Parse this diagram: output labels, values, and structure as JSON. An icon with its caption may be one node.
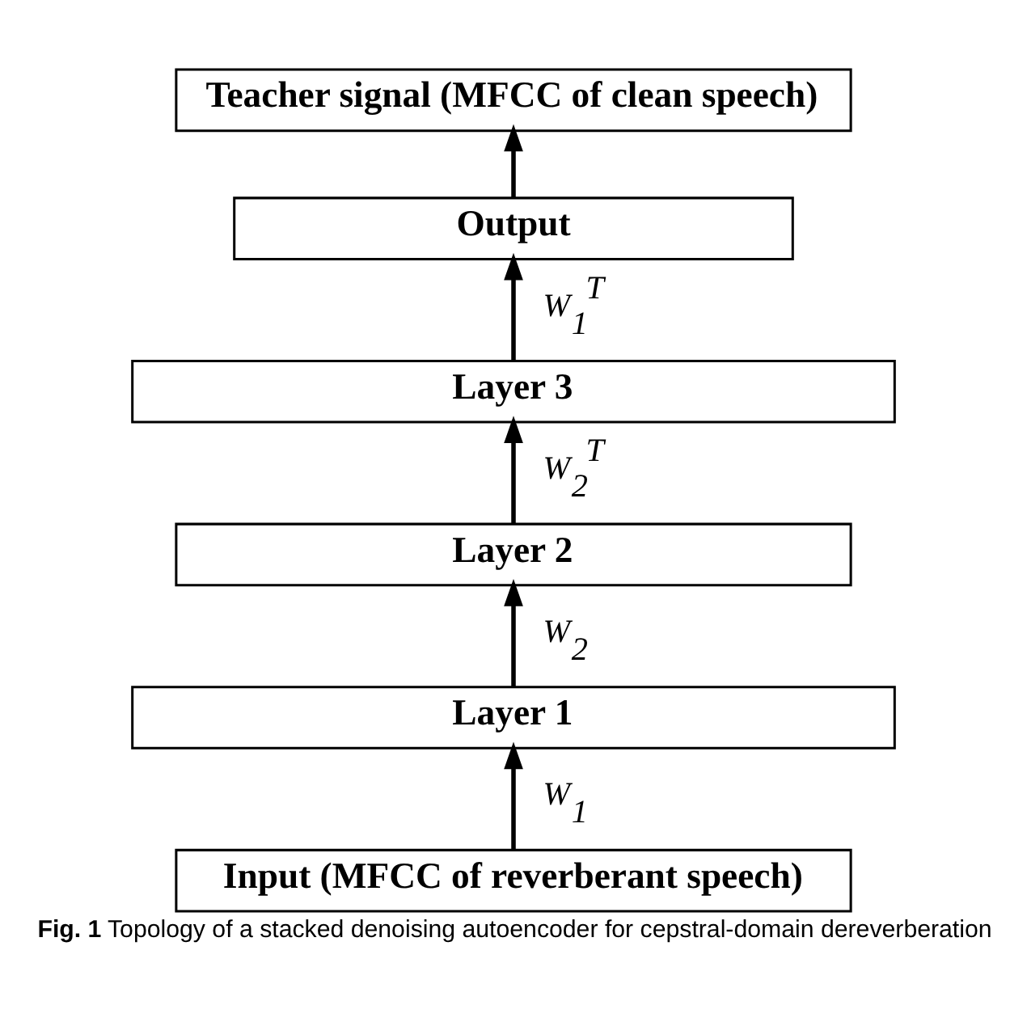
{
  "diagram": {
    "caption": "**Fig. 1** Topology of a stacked denoising autoencoder for cepstral-domain dereverberation",
    "nodes": [
      {
        "text": [
          "Teacher signal (MFCC of clean speech)"
        ]
      },
      {
        "text": [
          "Output"
        ]
      },
      {
        "text": [
          "Layer 3"
        ]
      },
      {
        "text": [
          "Layer 2"
        ]
      },
      {
        "text": [
          "Layer 1"
        ]
      },
      {
        "text": [
          "Input (MFCC of reverberant speech)"
        ]
      }
    ],
    "edges": [
      {
        "from": 1,
        "to": 0,
        "arrow": "to"
      },
      {
        "from": 2,
        "to": 1,
        "arrow": "to",
        "label": "W$_{1}$$^{T}$"
      },
      {
        "from": 3,
        "to": 2,
        "arrow": "to",
        "label": "W$_{2}$$^{T}$"
      },
      {
        "from": 4,
        "to": 3,
        "arrow": "to",
        "label": "W$_{2}$"
      },
      {
        "from": 5,
        "to": 4,
        "arrow": "to",
        "label": "W$_{1}$"
      }
    ]
  }
}
